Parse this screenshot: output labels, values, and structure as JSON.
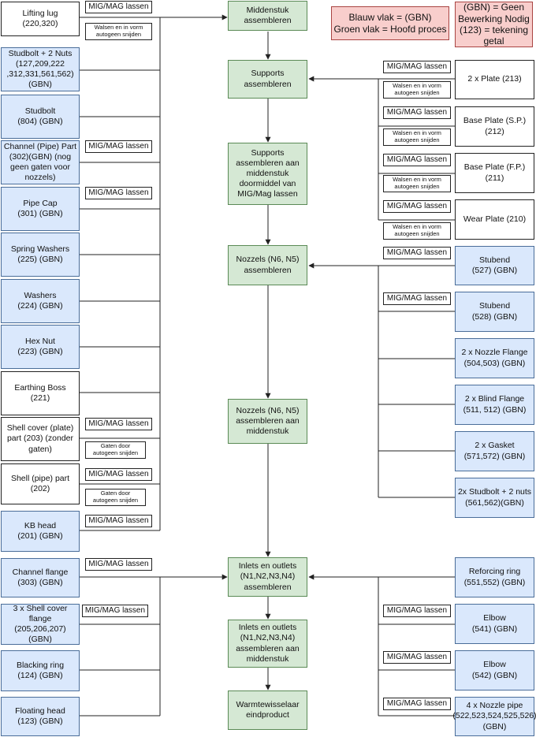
{
  "legend": {
    "colors": "Blauw vlak = (GBN)\nGroen vlak = Hoofd proces",
    "notes": "(GBN) = Geen\nBewerking Nodig\n(123) = tekening\ngetal"
  },
  "left_parts": [
    "Lifting lug\n(220,320)",
    "Studbolt + 2 Nuts\n(127,209,222\n,312,331,561,562)\n(GBN)",
    "Studbolt\n(804) (GBN)",
    "Channel (Pipe) Part\n(302)(GBN) (nog\ngeen gaten voor\nnozzels)",
    "Pipe Cap\n(301) (GBN)",
    "Spring Washers\n(225) (GBN)",
    "Washers\n(224) (GBN)",
    "Hex Nut\n(223) (GBN)",
    "Earthing Boss\n(221)",
    "Shell cover (plate)\npart (203) (zonder\ngaten)",
    "Shell (pipe) part\n(202)",
    "KB head\n(201) (GBN)",
    "Channel flange\n(303) (GBN)",
    "3 x Shell cover flange\n(205,206,207) (GBN)",
    "Blacking ring\n(124) (GBN)",
    "Floating head\n(123) (GBN)"
  ],
  "right_parts": [
    "2 x Plate (213)",
    "Base Plate (S.P.)\n(212)",
    "Base Plate (F.P.)\n(211)",
    "Wear Plate (210)",
    "Stubend\n(527) (GBN)",
    "Stubend\n(528) (GBN)",
    "2 x Nozzle Flange\n(504,503) (GBN)",
    "2 x Blind Flange\n(511, 512) (GBN)",
    "2 x Gasket\n(571,572) (GBN)",
    "2x Studbolt + 2 nuts\n(561,562)(GBN)",
    "Reforcing ring\n(551,552) (GBN)",
    "Elbow\n(541) (GBN)",
    "Elbow\n(542) (GBN)",
    "4 x Nozzle pipe\n(522,523,524,525,526)\n(GBN)"
  ],
  "process": [
    "Middenstuk\nassembleren",
    "Supports\nassembleren",
    "Supports\nassembleren aan\nmiddenstuk\ndoormiddel van\nMIG/Mag lassen",
    "Nozzels (N6, N5)\nassembleren",
    "Nozzels (N6, N5)\nassembleren aan\nmiddenstuk",
    "Inlets en outlets\n(N1,N2,N3,N4)\nassembleren",
    "Inlets en outlets\n(N1,N2,N3,N4)\nassembleren aan\nmiddenstuk",
    "Warmtewisselaar\neindproduct"
  ],
  "labels": {
    "mig": "MIG/MAG lassen",
    "walsen": "Walsen en in vorm\nautogeen snijden",
    "gaten": "Gaten door\nautogeen snijden"
  }
}
